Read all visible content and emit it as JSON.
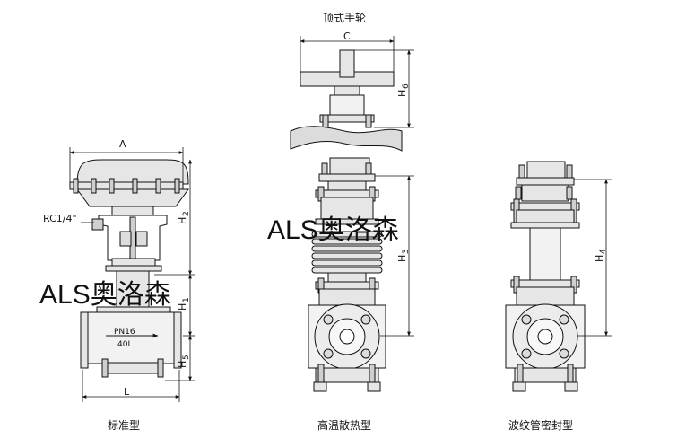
{
  "colors": {
    "line": "#111111",
    "fill": "#e6e6e6",
    "fill_dark": "#cfcfcf",
    "watermark": "#1e90e6",
    "background": "#ffffff"
  },
  "labels": {
    "top_handwheel_title": "顶式手轮",
    "standard_caption": "标准型",
    "high_temp_caption": "高温散热型",
    "bellows_caption": "波纹管密封型",
    "dim_A": "A",
    "dim_C": "C",
    "dim_L": "L",
    "dim_H1": "H",
    "dim_H1_sub": "1",
    "dim_H2": "H",
    "dim_H2_sub": "2",
    "dim_H3": "H",
    "dim_H3_sub": "3",
    "dim_H4": "H",
    "dim_H4_sub": "4",
    "dim_H5": "H",
    "dim_H5_sub": "5",
    "dim_H6": "H",
    "dim_H6_sub": "6",
    "rc_port": "RC1/4\"",
    "pn_rating": "PN16",
    "body_model": "40I"
  },
  "watermarks": {
    "text_1": "ALS奥洛森",
    "text_2": "ALS奥洛森"
  }
}
